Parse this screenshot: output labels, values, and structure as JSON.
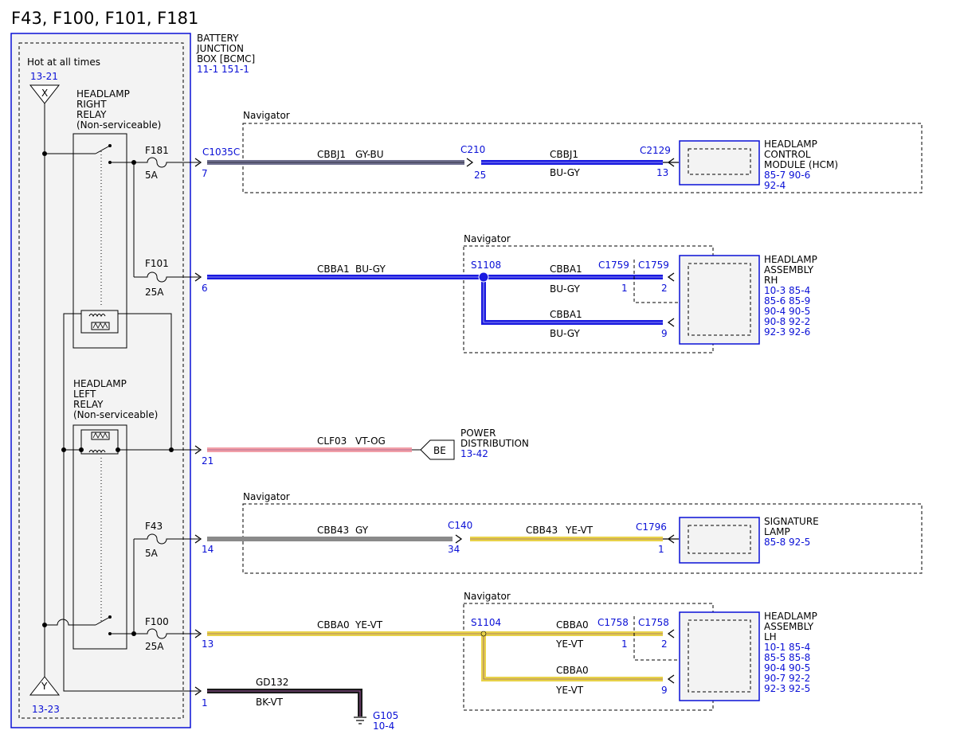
{
  "title": "F43, F100, F101, F181",
  "colors": {
    "blue": "#0a10d6",
    "gy_bu": "#6f6f8f",
    "bu_gy": "#1a1ae0",
    "vt_og": "#f2a0a8",
    "gy": "#8a8a8a",
    "ye_vt": "#e8d24a",
    "bk_vt": "#1a1a1a"
  },
  "bjb": {
    "name": [
      "BATTERY",
      "JUNCTION",
      "BOX [BCMC]"
    ],
    "refs": "11-1   151-1",
    "hot": "Hot at all times",
    "ref_top": "13-21",
    "ref_bottom": "13-23",
    "x_label": "X",
    "y_label": "Y"
  },
  "right_relay": [
    "HEADLAMP",
    "RIGHT",
    "RELAY",
    "(Non-serviceable)"
  ],
  "left_relay": [
    "HEADLAMP",
    "LEFT",
    "RELAY",
    "(Non-serviceable)"
  ],
  "fuses": {
    "f181": {
      "name": "F181",
      "rating": "5A"
    },
    "f101": {
      "name": "F101",
      "rating": "25A"
    },
    "f43": {
      "name": "F43",
      "rating": "5A"
    },
    "f100": {
      "name": "F100",
      "rating": "25A"
    }
  },
  "navigator": "Navigator",
  "row1": {
    "connector": "C1035C",
    "pin": "7",
    "circuit1": "CBBJ1",
    "color1": "GY-BU",
    "inline": "C210",
    "inline_pin": "25",
    "circuit2": "CBBJ1",
    "color2": "BU-GY",
    "end_connector": "C2129",
    "end_pin": "13",
    "component": [
      "HEADLAMP",
      "CONTROL",
      "MODULE (HCM)"
    ],
    "refs": [
      "85-7   90-6",
      "92-4"
    ]
  },
  "row2": {
    "pin": "6",
    "circuit1": "CBBA1",
    "color1": "BU-GY",
    "splice": "S1108",
    "circuit2": "CBBA1",
    "color2": "BU-GY",
    "inline_a": "C1759",
    "inline_a_pin": "1",
    "inline_b": "C1759",
    "inline_b_pin": "2",
    "circuit3": "CBBA1",
    "color3": "BU-GY",
    "pin3": "9",
    "component": [
      "HEADLAMP",
      "ASSEMBLY",
      "RH"
    ],
    "refs": [
      "10-3    85-4",
      "85-6    85-9",
      "90-4    90-5",
      "90-8    92-2",
      "92-3    92-6"
    ]
  },
  "row3": {
    "pin": "21",
    "circuit": "CLF03",
    "color": "VT-OG",
    "tag": "BE",
    "target": [
      "POWER",
      "DISTRIBUTION"
    ],
    "ref": "13-42"
  },
  "row4": {
    "pin": "14",
    "circuit1": "CBB43",
    "color1": "GY",
    "inline": "C140",
    "inline_pin": "34",
    "circuit2": "CBB43",
    "color2": "YE-VT",
    "end_connector": "C1796",
    "end_pin": "1",
    "component": [
      "SIGNATURE",
      "LAMP"
    ],
    "refs": [
      "85-8   92-5"
    ]
  },
  "row5": {
    "pin": "13",
    "circuit1": "CBBA0",
    "color1": "YE-VT",
    "splice": "S1104",
    "circuit2": "CBBA0",
    "color2": "YE-VT",
    "inline_a": "C1758",
    "inline_a_pin": "1",
    "inline_b": "C1758",
    "inline_b_pin": "2",
    "circuit3": "CBBA0",
    "color3": "YE-VT",
    "pin3": "9",
    "component": [
      "HEADLAMP",
      "ASSEMBLY",
      "LH"
    ],
    "refs": [
      "10-1    85-4",
      "85-5    85-8",
      "90-4    90-5",
      "90-7    92-2",
      "92-3    92-5"
    ]
  },
  "row6": {
    "pin": "1",
    "circuit": "GD132",
    "color": "BK-VT",
    "ground": "G105",
    "ground_ref": "10-4"
  }
}
